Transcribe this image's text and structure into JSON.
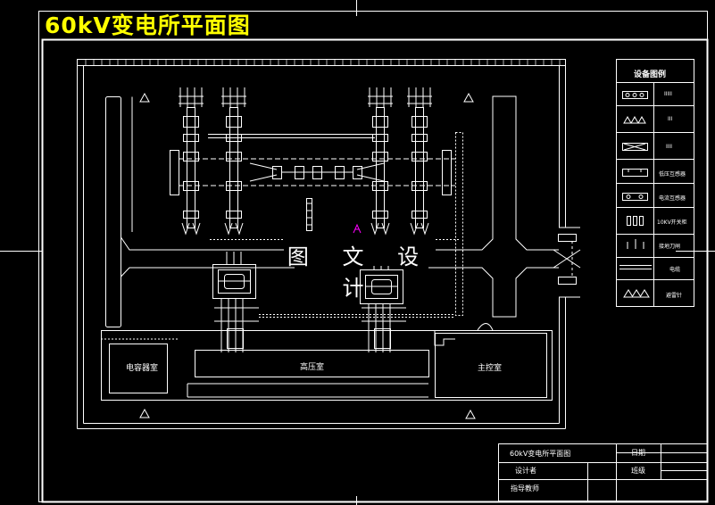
{
  "title": "60kV变电所平面图",
  "watermark": "图 文 设 计",
  "rooms": {
    "capacitor": "电容器室",
    "high_voltage": "高压室",
    "control": "主控室"
  },
  "legend": {
    "heading": "设备图例",
    "rows": [
      {
        "symbol": "disconnector-icon",
        "text": "IIIII"
      },
      {
        "symbol": "arrester-icon",
        "text": "III"
      },
      {
        "symbol": "breaker-icon",
        "text": "IIII"
      },
      {
        "symbol": "ct-icon",
        "text": "低压互感器"
      },
      {
        "symbol": "pt-icon",
        "text": "电流互感器"
      },
      {
        "symbol": "switchgear-icon",
        "text": "10KV开关柜"
      },
      {
        "symbol": "bushing-icon",
        "text": "接地刀闸"
      },
      {
        "symbol": "line-icon",
        "text": "电缆"
      },
      {
        "symbol": "triangle-icon",
        "text": "避雷针"
      }
    ]
  },
  "title_block": {
    "drawing_name": "60kV变电所平面图",
    "date_label": "日期",
    "designer_label": "设计者",
    "class_label": "班级",
    "advisor_label": "指导教师"
  },
  "colors": {
    "background": "#000000",
    "lines": "#ffffff",
    "title": "#ffff00",
    "marker": "#ff00ff"
  }
}
